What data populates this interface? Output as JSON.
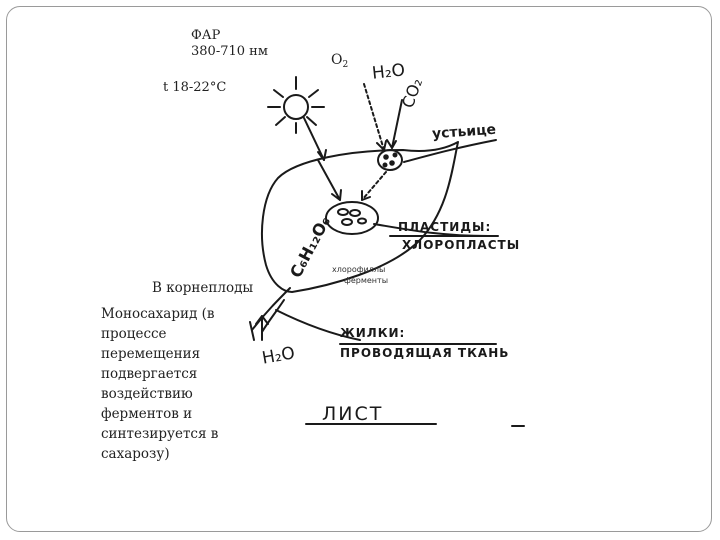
{
  "labels": {
    "par_title": "ФАР",
    "par_range": "380-710 нм",
    "temperature": "t 18-22°C",
    "o2_symbol": "O",
    "o2_sub": "2",
    "in_root_crops": "В корнеплоды",
    "monosaccharide_text": "Моносахарид (в процессе перемещения подвергается воздействию ферментов и синтезируется в сахарозу)",
    "chlorophylls_line1": "хлорофиллы",
    "chlorophylls_line2": "ферменты"
  },
  "handwritten": {
    "h2o_top": "H₂O",
    "co2": "CO₂",
    "stomata": "устьице",
    "plastids": "ПЛАСТИДЫ:",
    "chloroplasts": "ХЛОРОПЛАСТЫ",
    "glucose": "C₆H₁₂O₆",
    "veins": "ЖИЛКИ:",
    "conducting_tissue": "ПРОВОДЯЩАЯ ТКАНЬ",
    "h2o_bottom": "H₂O",
    "leaf": "ЛИСТ"
  }
}
